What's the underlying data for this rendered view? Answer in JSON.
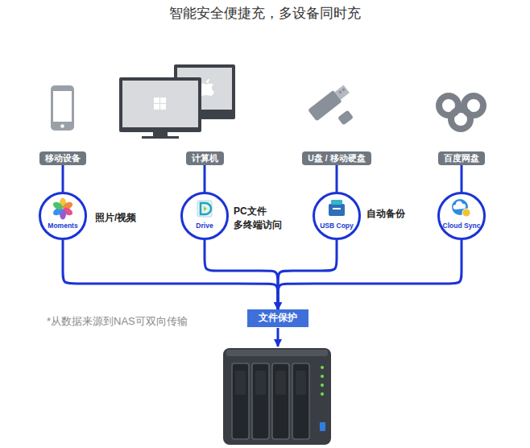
{
  "diagram": {
    "title": "智能安全便捷充，多设备同时充",
    "nodes": [
      {
        "text": [
          "移动设备"
        ]
      },
      {
        "text": [
          "计算机"
        ]
      },
      {
        "text": [
          "U盘 / 移动硬盘"
        ]
      },
      {
        "text": [
          "百度网盘"
        ]
      },
      {
        "text": [
          "Moments"
        ]
      },
      {
        "text": [
          "Drive"
        ]
      },
      {
        "text": [
          "USB Copy"
        ]
      },
      {
        "text": [
          "Cloud Sync"
        ]
      },
      {
        "text": [
          "文件保护"
        ]
      }
    ],
    "edges": [
      {
        "from": 0,
        "to": 4,
        "arrow": "none"
      },
      {
        "from": 1,
        "to": 5,
        "arrow": "none"
      },
      {
        "from": 2,
        "to": 6,
        "arrow": "none"
      },
      {
        "from": 3,
        "to": 7,
        "arrow": "none"
      },
      {
        "from": 4,
        "to": 8,
        "arrow": "to"
      },
      {
        "from": 5,
        "to": 8,
        "arrow": "to"
      },
      {
        "from": 6,
        "to": 8,
        "arrow": "to"
      },
      {
        "from": 7,
        "to": 8,
        "arrow": "to"
      }
    ],
    "labels": [
      "照片/视频",
      "PC文件 多终端访问",
      "自动备份",
      "*从数据来源到NAS可双向传输"
    ]
  }
}
